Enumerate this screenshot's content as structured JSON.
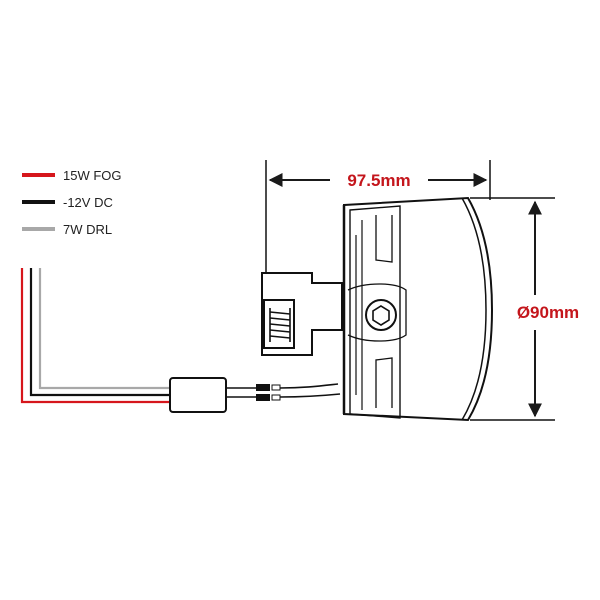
{
  "legend": {
    "items": [
      {
        "label": "15W FOG",
        "color": "#d6161c"
      },
      {
        "label": "-12V DC",
        "color": "#111111"
      },
      {
        "label": "7W DRL",
        "color": "#a8a8a8"
      }
    ]
  },
  "dimensions": {
    "depth": "97.5mm",
    "diameter": "Ø90mm",
    "color": "#c4161c"
  },
  "colors": {
    "outline": "#1a1a1a",
    "red_wire": "#d6161c",
    "black_wire": "#111111",
    "gray_wire": "#a8a8a8"
  }
}
